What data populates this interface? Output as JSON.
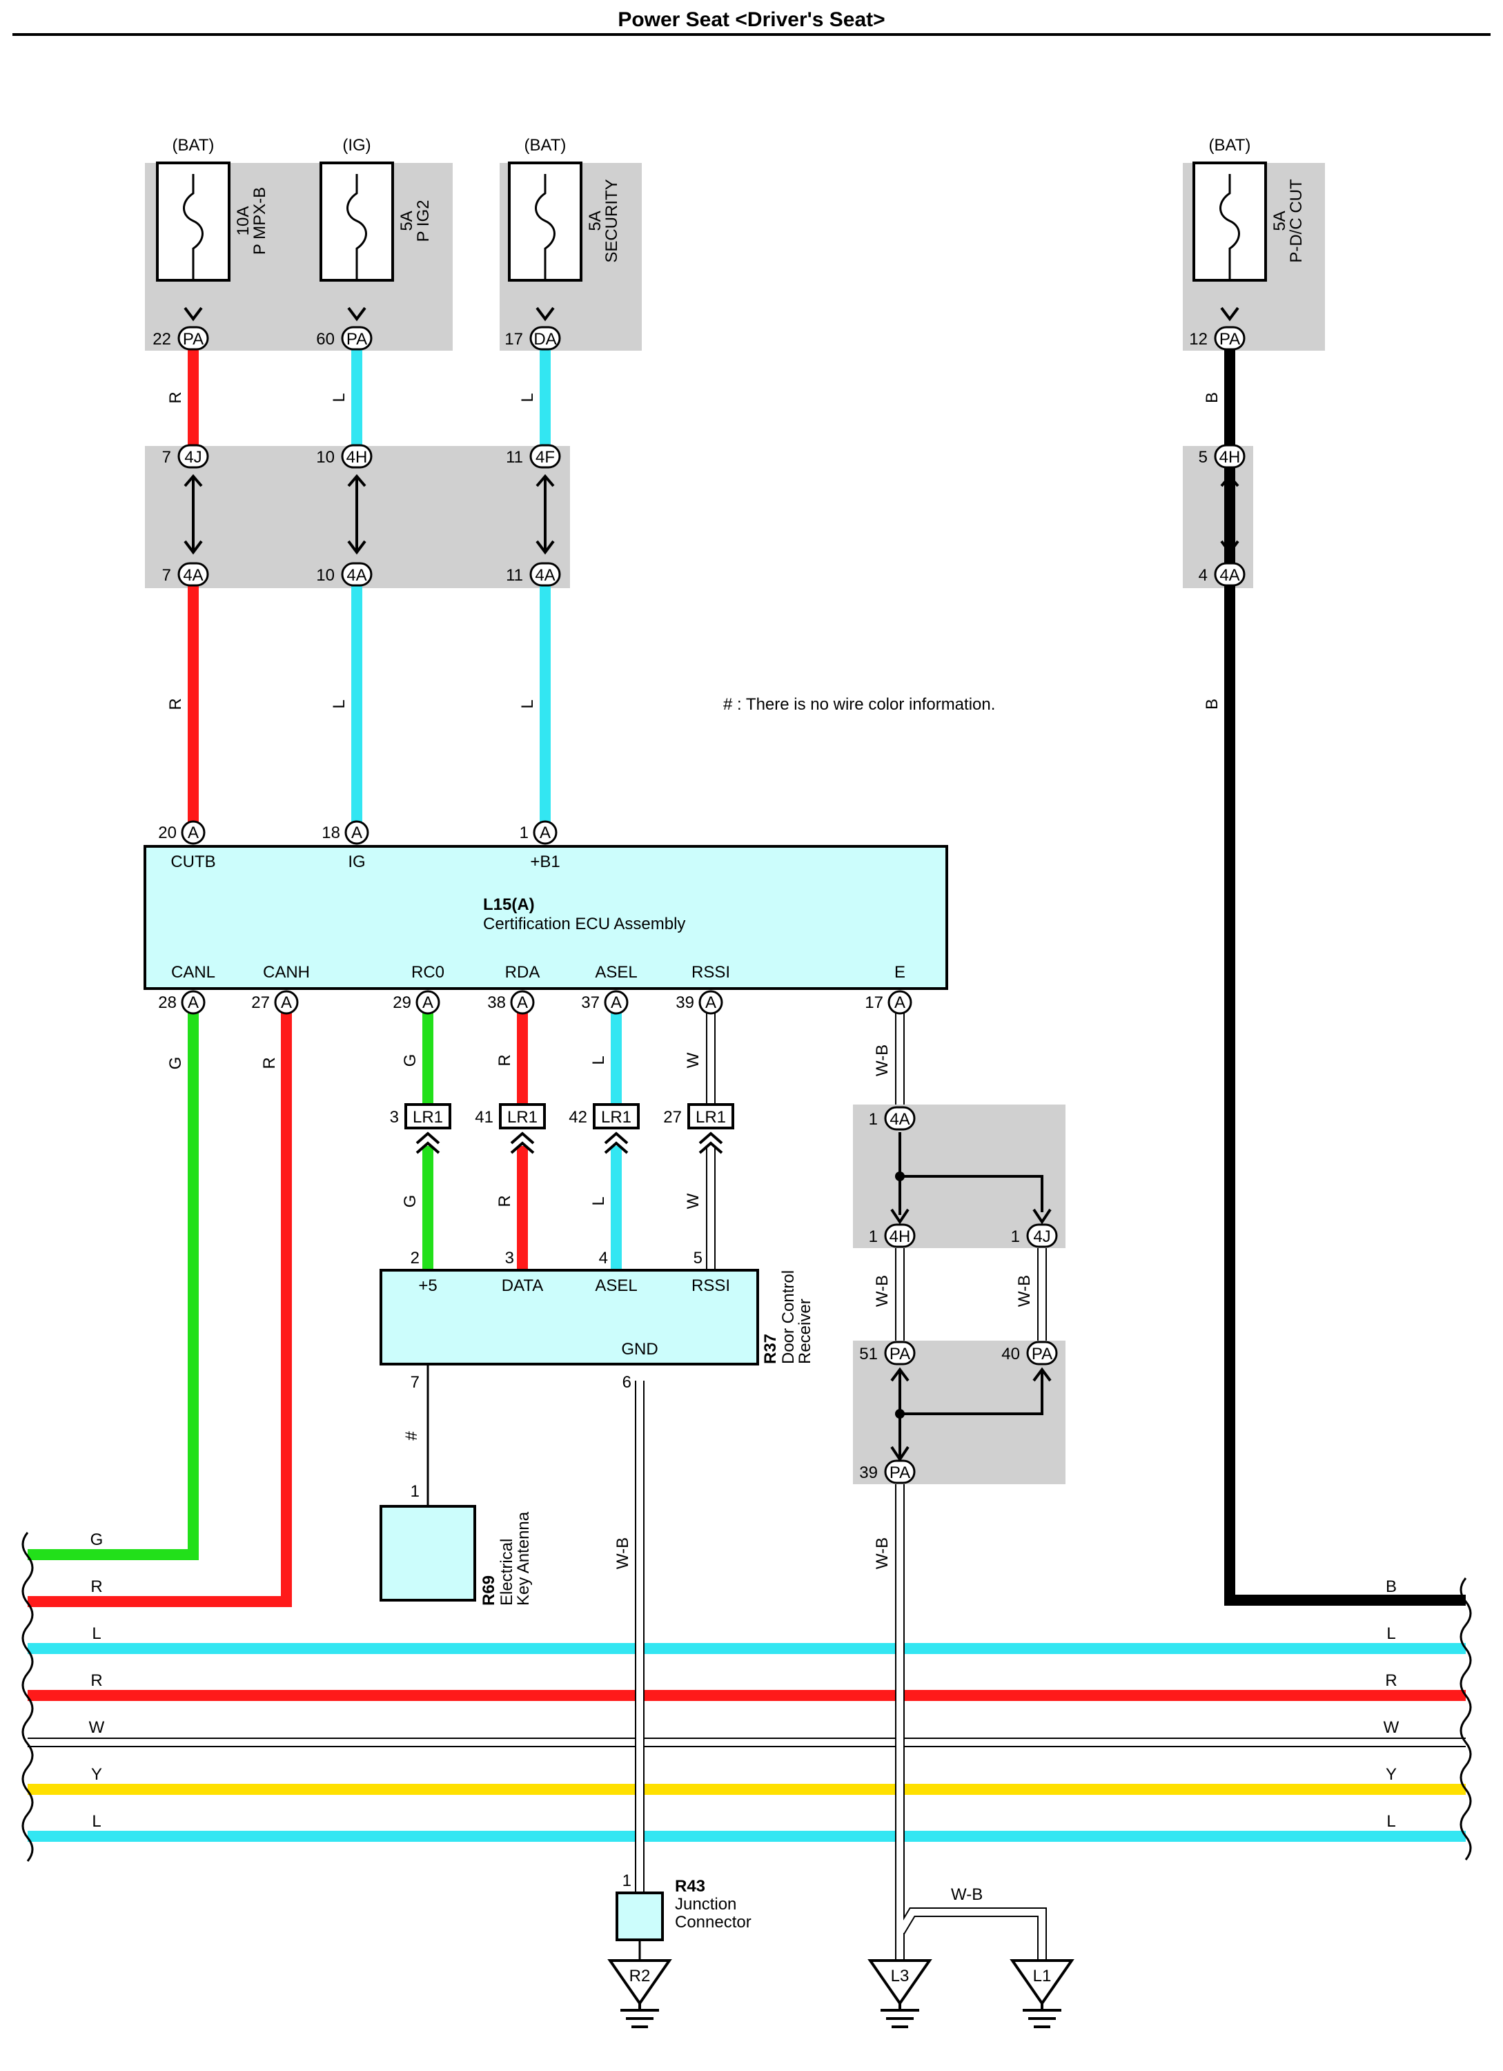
{
  "title": "Power Seat <Driver's Seat>",
  "note": "# : There is no wire color information.",
  "colors": {
    "R": "#ff1a1a",
    "L": "#33e6f2",
    "B": "#000000",
    "G": "#22e01a",
    "Y": "#ffe000",
    "W": "#ffffff",
    "W-B": "#ffffff",
    "connector_bg": "#d0d0d0",
    "component_fill": "#ccfdfc"
  },
  "fuses": [
    {
      "source": "(BAT)",
      "rating": "10A",
      "name": "P MPX-B",
      "pin": "22",
      "conn": "PA"
    },
    {
      "source": "(IG)",
      "rating": "5A",
      "name": "P IG2",
      "pin": "60",
      "conn": "PA"
    },
    {
      "source": "(BAT)",
      "rating": "5A",
      "name": "SECURITY",
      "pin": "17",
      "conn": "DA"
    },
    {
      "source": "(BAT)",
      "rating": "5A",
      "name": "P-D/C CUT",
      "pin": "12",
      "conn": "PA"
    }
  ],
  "junctions": {
    "upper": [
      {
        "pin": "7",
        "conn": "4J"
      },
      {
        "pin": "10",
        "conn": "4H"
      },
      {
        "pin": "11",
        "conn": "4F"
      },
      {
        "pin": "5",
        "conn": "4H"
      }
    ],
    "lower": [
      {
        "pin": "7",
        "conn": "4A"
      },
      {
        "pin": "10",
        "conn": "4A"
      },
      {
        "pin": "11",
        "conn": "4A"
      },
      {
        "pin": "4",
        "conn": "4A"
      }
    ]
  },
  "wire_labels": {
    "r": "R",
    "l": "L",
    "b": "B",
    "g": "G",
    "w": "W",
    "wb": "W-B",
    "hash": "#"
  },
  "ecu": {
    "id": "L15(A)",
    "name": "Certification ECU Assembly",
    "top_pins": [
      {
        "pin": "20",
        "conn": "A",
        "name": "CUTB"
      },
      {
        "pin": "18",
        "conn": "A",
        "name": "IG"
      },
      {
        "pin": "1",
        "conn": "A",
        "name": "+B1"
      }
    ],
    "bottom_pins": [
      {
        "pin": "28",
        "conn": "A",
        "name": "CANL"
      },
      {
        "pin": "27",
        "conn": "A",
        "name": "CANH"
      },
      {
        "pin": "29",
        "conn": "A",
        "name": "RC0"
      },
      {
        "pin": "38",
        "conn": "A",
        "name": "RDA"
      },
      {
        "pin": "37",
        "conn": "A",
        "name": "ASEL"
      },
      {
        "pin": "39",
        "conn": "A",
        "name": "RSSI"
      },
      {
        "pin": "17",
        "conn": "A",
        "name": "E"
      }
    ]
  },
  "lr1": [
    {
      "pin": "3",
      "conn": "LR1"
    },
    {
      "pin": "41",
      "conn": "LR1"
    },
    {
      "pin": "42",
      "conn": "LR1"
    },
    {
      "pin": "27",
      "conn": "LR1"
    }
  ],
  "receiver": {
    "id": "R37",
    "name_line1": "Door Control",
    "name_line2": "Receiver",
    "pins": [
      {
        "pin": "2",
        "name": "+5"
      },
      {
        "pin": "3",
        "name": "DATA"
      },
      {
        "pin": "4",
        "name": "ASEL"
      },
      {
        "pin": "5",
        "name": "RSSI"
      }
    ],
    "gnd": {
      "pin": "6",
      "name": "GND"
    },
    "ant_pin": "7"
  },
  "antenna": {
    "id": "R69",
    "name_line1": "Electrical",
    "name_line2": "Key Antenna",
    "pin": "1"
  },
  "ground_junction": {
    "top": {
      "pin": "1",
      "conn": "4A"
    },
    "mid": [
      {
        "pin": "1",
        "conn": "4H"
      },
      {
        "pin": "1",
        "conn": "4J"
      }
    ],
    "pa": [
      {
        "pin": "51",
        "conn": "PA"
      },
      {
        "pin": "40",
        "conn": "PA"
      },
      {
        "pin": "39",
        "conn": "PA"
      }
    ]
  },
  "junction_connector": {
    "id": "R43",
    "name_line1": "Junction",
    "name_line2": "Connector",
    "pin": "1"
  },
  "grounds": [
    {
      "label": "R2"
    },
    {
      "label": "L3"
    },
    {
      "label": "L1"
    }
  ],
  "bus_left": [
    "G",
    "R",
    "L",
    "R",
    "W",
    "Y",
    "L"
  ],
  "bus_right": [
    "B",
    "L",
    "R",
    "W",
    "Y",
    "L"
  ]
}
